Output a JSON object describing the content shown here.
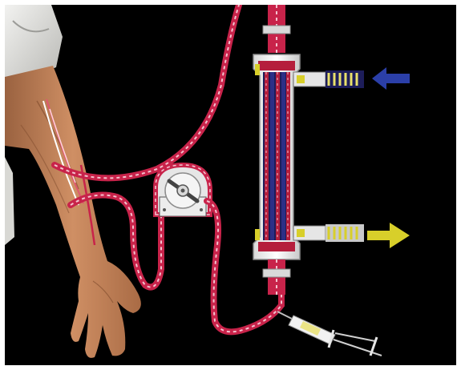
{
  "figure": {
    "background": "#000000",
    "frame_color": "#ffffff",
    "components": [
      {
        "id": "forearm",
        "icon": "human-forearm-hand"
      },
      {
        "id": "arterial-line",
        "icon": "blood-tubing"
      },
      {
        "id": "blood-pump",
        "icon": "roller-pump"
      },
      {
        "id": "dialyzer",
        "icon": "hollow-fiber-dialyzer"
      },
      {
        "id": "dialysate-inlet",
        "icon": "dialysate-port-in"
      },
      {
        "id": "dialysate-outlet",
        "icon": "dialysate-port-out"
      },
      {
        "id": "venous-line",
        "icon": "blood-tubing"
      },
      {
        "id": "syringe",
        "icon": "syringe"
      }
    ],
    "arrows": [
      {
        "id": "dialysate-in-arrow",
        "direction": "left",
        "color": "#2b3fa8"
      },
      {
        "id": "dialysate-out-arrow",
        "direction": "right",
        "color": "#d8cf2a"
      }
    ],
    "colors": {
      "tubing": "#c8234a",
      "tubing_dash": "#f4c3cf",
      "skin": "#c98a5e",
      "fiber_red": "#b51e3c",
      "fiber_blue": "#2c2f86",
      "port_stripes": "#e9e06a"
    }
  }
}
